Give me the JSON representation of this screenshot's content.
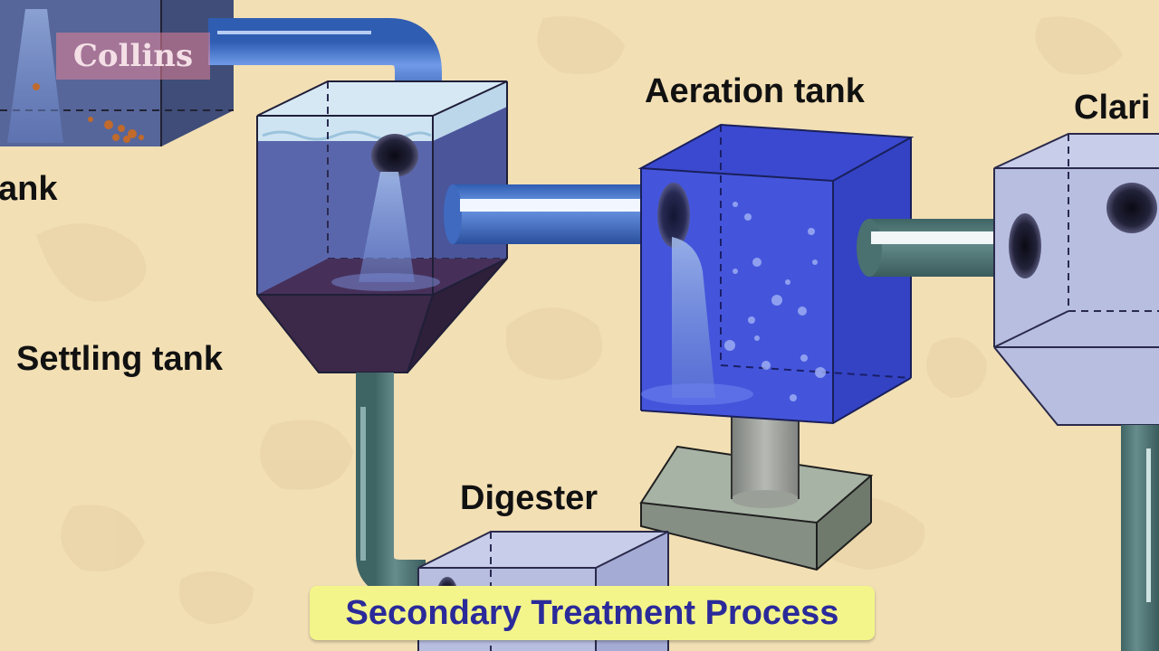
{
  "logo": {
    "text": "Collins"
  },
  "labels": {
    "prev_tank": "ank",
    "settling_tank": "Settling tank",
    "aeration_tank": "Aeration tank",
    "clarifier": "Clari",
    "digester": "Digester"
  },
  "caption": "Secondary Treatment Process",
  "colors": {
    "background": "#f2dfb4",
    "pipe": "#3f72c8",
    "pipe_grey": "#4f7878",
    "settling_water": "#5e6ab0",
    "sludge": "#3c2848",
    "aeration_blue": "#3f4fd6",
    "clarifier": "#b8bee0",
    "caption_bg": "#f3f58a",
    "caption_text": "#2a2a9a"
  },
  "icons": [
    "collins-logo",
    "water-stream",
    "air-bubbles"
  ]
}
